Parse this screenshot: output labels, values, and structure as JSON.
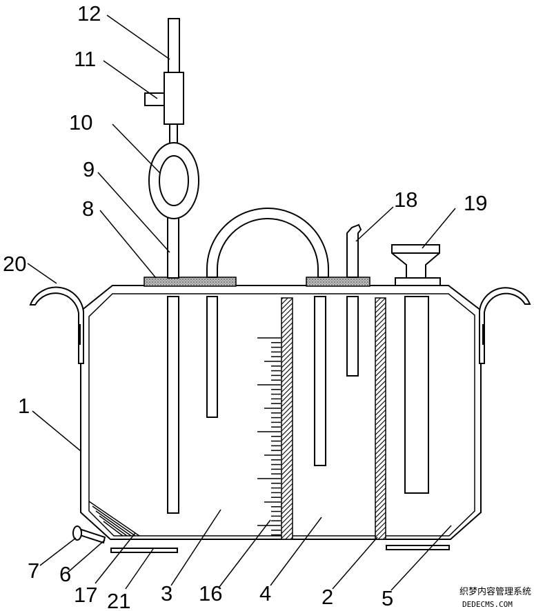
{
  "labels": {
    "n1": "1",
    "n2": "2",
    "n3": "3",
    "n4": "4",
    "n5": "5",
    "n6": "6",
    "n7": "7",
    "n8": "8",
    "n9": "9",
    "n10": "10",
    "n11": "11",
    "n12": "12",
    "n16": "16",
    "n17": "17",
    "n18": "18",
    "n19": "19",
    "n20": "20",
    "n21": "21"
  },
  "watermark": {
    "line1": "织梦内容管理系统",
    "line2": "DEDECMS.COM"
  }
}
